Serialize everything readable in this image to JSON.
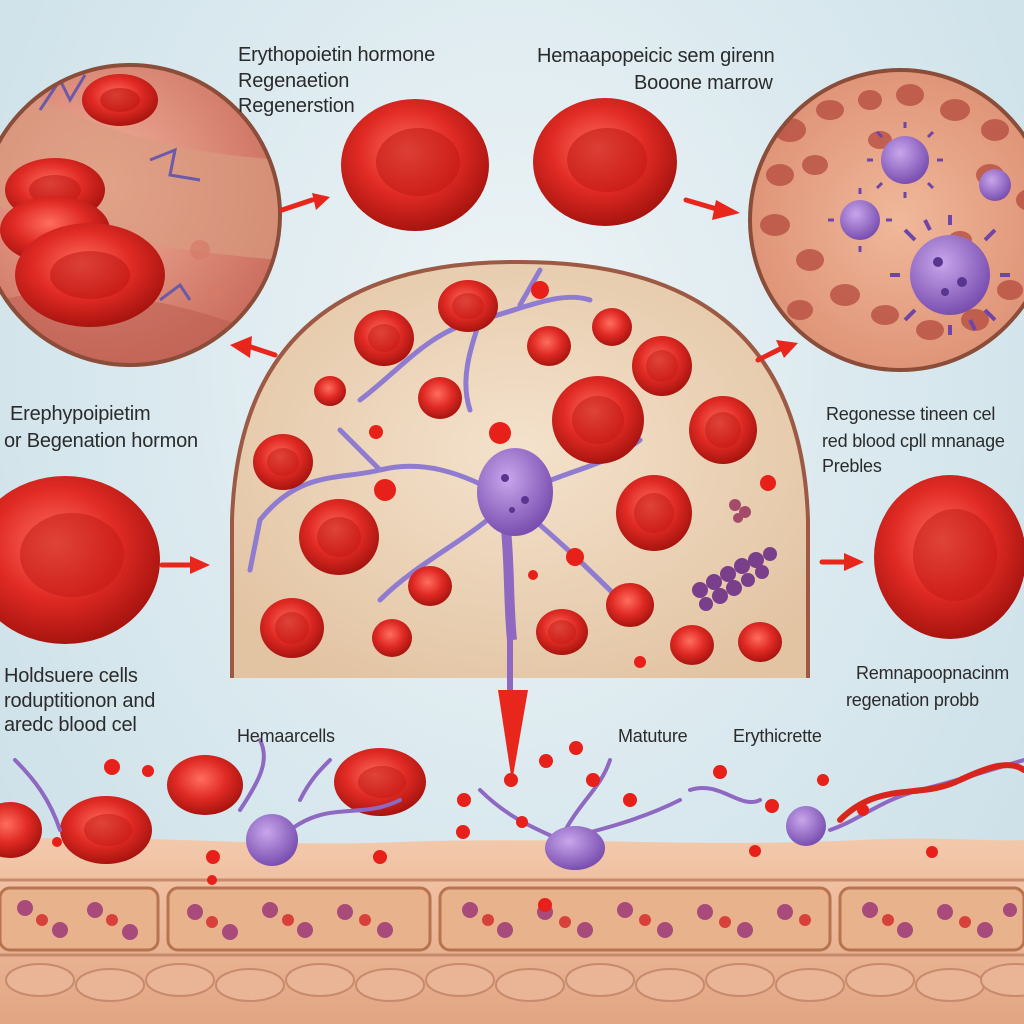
{
  "labels": {
    "top_left_1": "Erythopoietin hormone",
    "top_left_2": "Regenaetion",
    "top_left_3": "Regenerstion",
    "top_right_1": "Hemaapopeicic sem girenn",
    "top_right_2": "Booone marrow",
    "mid_left_1": "Erephypoipietim",
    "mid_left_2": "or Begenation hormon",
    "mid_right_1": "Regonesse tineen cel",
    "mid_right_2": "red blood cpll mnanage",
    "mid_right_3": "Prebles",
    "low_left_1": "Holdsuere cells",
    "low_left_2": "roduptitionon and",
    "low_left_3": "aredc blood cel",
    "low_right_1": "Remnapoopnacinm",
    "low_right_2": "regenation probb",
    "bottom_1": "Hemaarcells",
    "bottom_2": "Matuture",
    "bottom_3": "Erythicrette"
  },
  "colors": {
    "rbc": "#e02a24",
    "rbc_dark": "#a8140f",
    "arrow": "#e8261c",
    "stem_cell": "#8f68c2",
    "tissue": "#efc0a0",
    "marrow": "#d9866a"
  }
}
